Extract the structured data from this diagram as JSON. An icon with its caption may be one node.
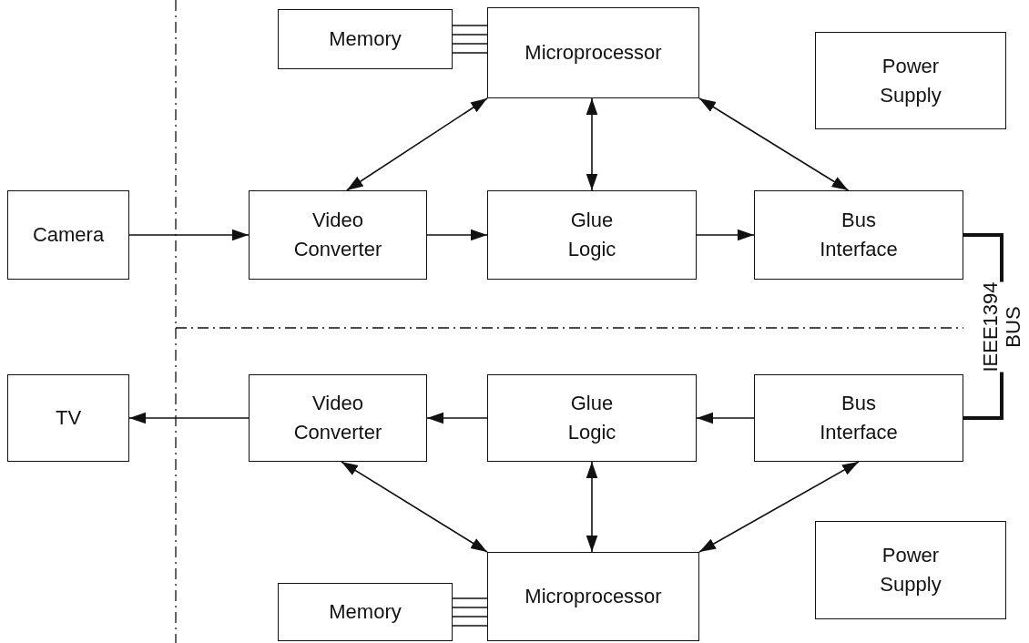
{
  "diagram": {
    "nodes": [
      {
        "text": [
          "Memory"
        ]
      },
      {
        "text": [
          "Microprocessor"
        ]
      },
      {
        "text": [
          "Power Supply"
        ]
      },
      {
        "text": [
          "Camera"
        ]
      },
      {
        "text": [
          "Video Converter"
        ]
      },
      {
        "text": [
          "Glue Logic"
        ]
      },
      {
        "text": [
          "Bus Interface"
        ]
      },
      {
        "text": [
          "TV"
        ]
      },
      {
        "text": [
          "Video Converter"
        ]
      },
      {
        "text": [
          "Glue Logic"
        ]
      },
      {
        "text": [
          "Bus Interface"
        ]
      },
      {
        "text": [
          "Power Supply"
        ]
      },
      {
        "text": [
          "Microprocessor"
        ]
      },
      {
        "text": [
          "Memory"
        ]
      }
    ],
    "edges": [
      {
        "from": 0,
        "to": 1,
        "arrow": "none"
      },
      {
        "from": 0,
        "to": 1,
        "arrow": "none"
      },
      {
        "from": 0,
        "to": 1,
        "arrow": "none"
      },
      {
        "from": 0,
        "to": 1,
        "arrow": "none"
      },
      {
        "from": 3,
        "to": 4,
        "arrow": "to"
      },
      {
        "from": 4,
        "to": 5,
        "arrow": "to"
      },
      {
        "from": 5,
        "to": 6,
        "arrow": "to"
      },
      {
        "from": 1,
        "to": 4,
        "arrow": "both"
      },
      {
        "from": 1,
        "to": 5,
        "arrow": "both"
      },
      {
        "from": 1,
        "to": 6,
        "arrow": "both"
      },
      {
        "from": 6,
        "to": 10,
        "arrow": "none",
        "style": "thick",
        "label": "IEEE1394 BUS"
      },
      {
        "from": 10,
        "to": 9,
        "arrow": "to"
      },
      {
        "from": 9,
        "to": 8,
        "arrow": "to"
      },
      {
        "from": 8,
        "to": 7,
        "arrow": "to"
      },
      {
        "from": 8,
        "to": 12,
        "arrow": "both"
      },
      {
        "from": 9,
        "to": 12,
        "arrow": "both"
      },
      {
        "from": 10,
        "to": 12,
        "arrow": "both"
      },
      {
        "from": 13,
        "to": 12,
        "arrow": "none"
      },
      {
        "from": 13,
        "to": 12,
        "arrow": "none"
      },
      {
        "from": 13,
        "to": 12,
        "arrow": "none"
      },
      {
        "from": 13,
        "to": 12,
        "arrow": "none"
      }
    ]
  }
}
